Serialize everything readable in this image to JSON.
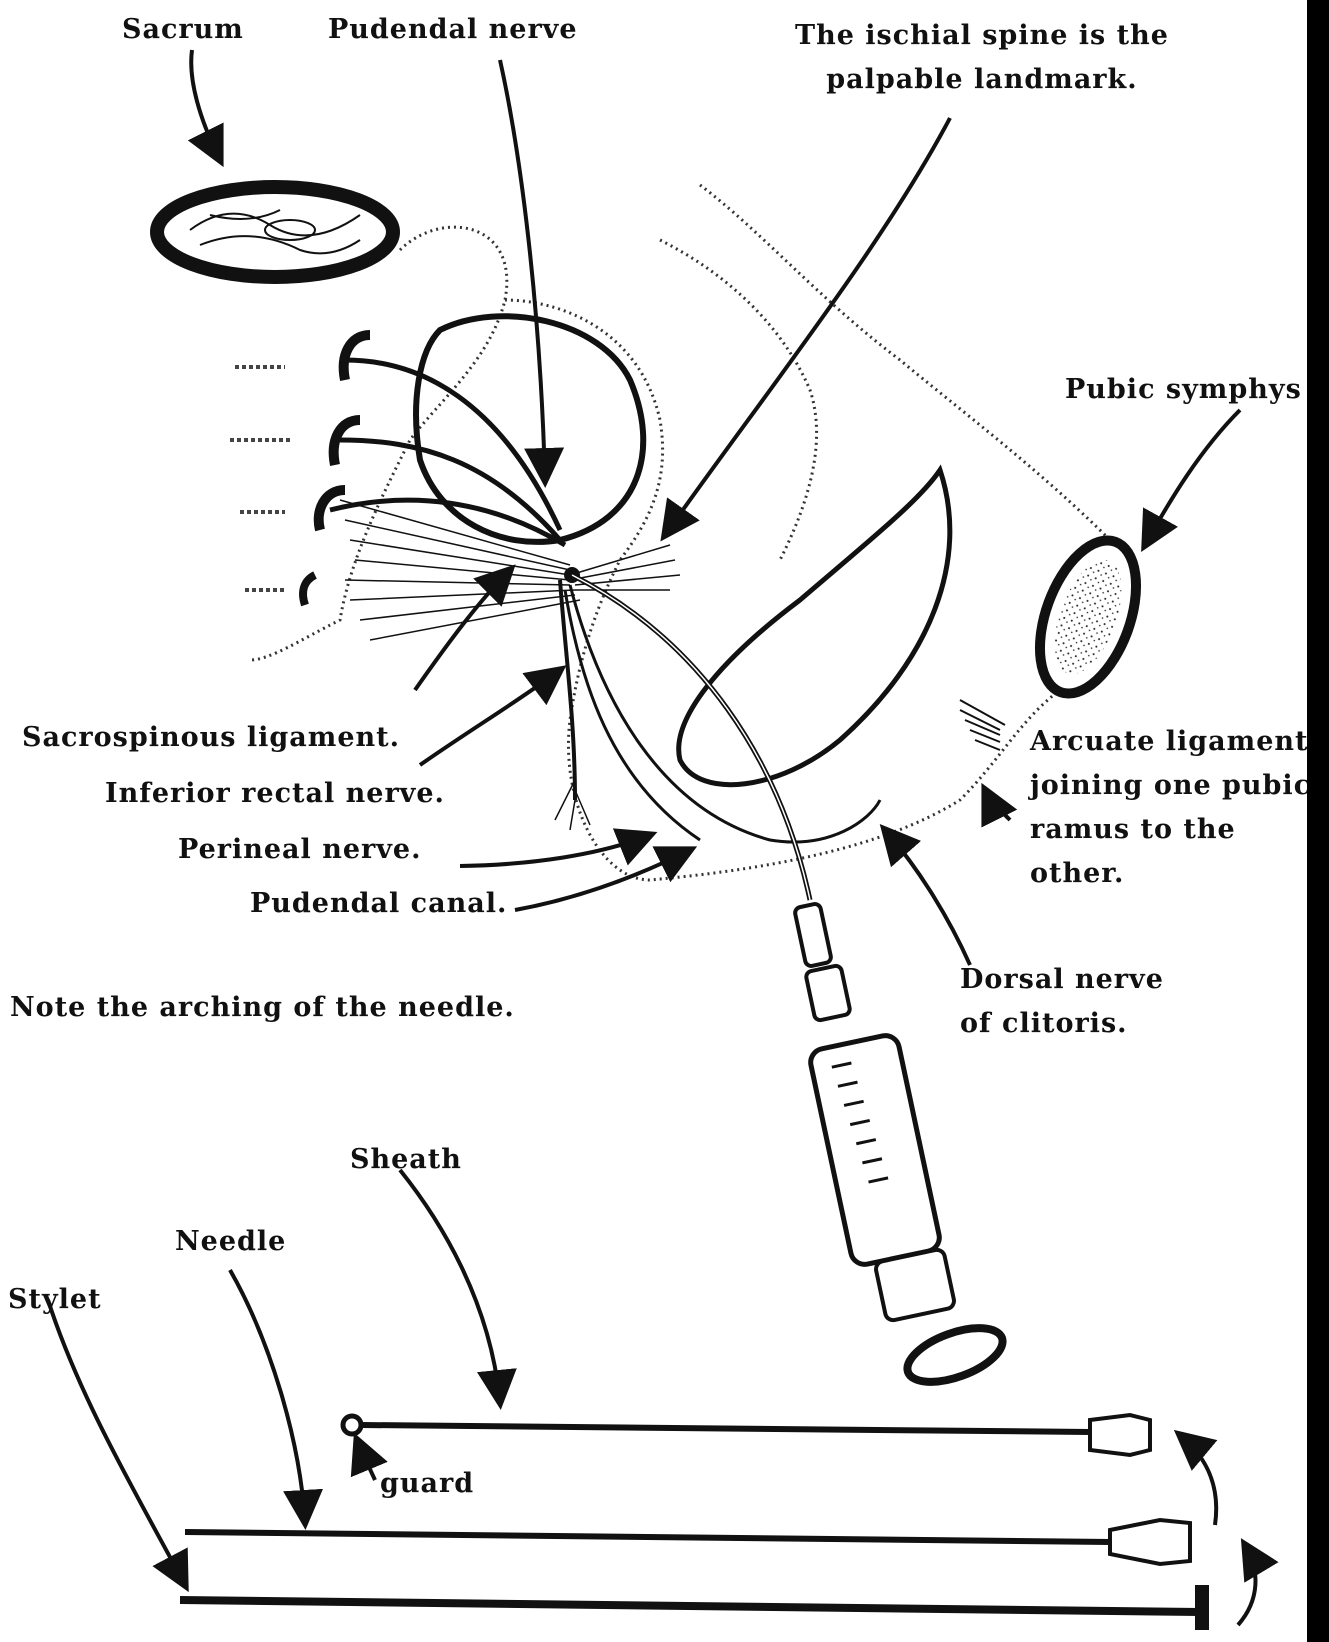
{
  "labels": {
    "sacrum": "Sacrum",
    "pudendal_nerve": "Pudendal nerve",
    "ischial_spine_line1": "The ischial spine is the",
    "ischial_spine_line2": "palpable landmark.",
    "pubic_symphysis": "Pubic symphys",
    "sacrospinous_ligament": "Sacrospinous ligament.",
    "inferior_rectal_nerve": "Inferior rectal nerve.",
    "perineal_nerve": "Perineal nerve.",
    "pudendal_canal": "Pudendal canal.",
    "arcuate_line1": "Arcuate ligament",
    "arcuate_line2": "joining one pubic",
    "arcuate_line3": "ramus to the",
    "arcuate_line4": "other.",
    "dorsal_line1": "Dorsal nerve",
    "dorsal_line2": "of clitoris.",
    "note": "Note the arching of the needle.",
    "sheath": "Sheath",
    "needle": "Needle",
    "stylet": "Stylet",
    "guard": "guard"
  },
  "colors": {
    "ink": "#111111",
    "paper": "#ffffff"
  }
}
